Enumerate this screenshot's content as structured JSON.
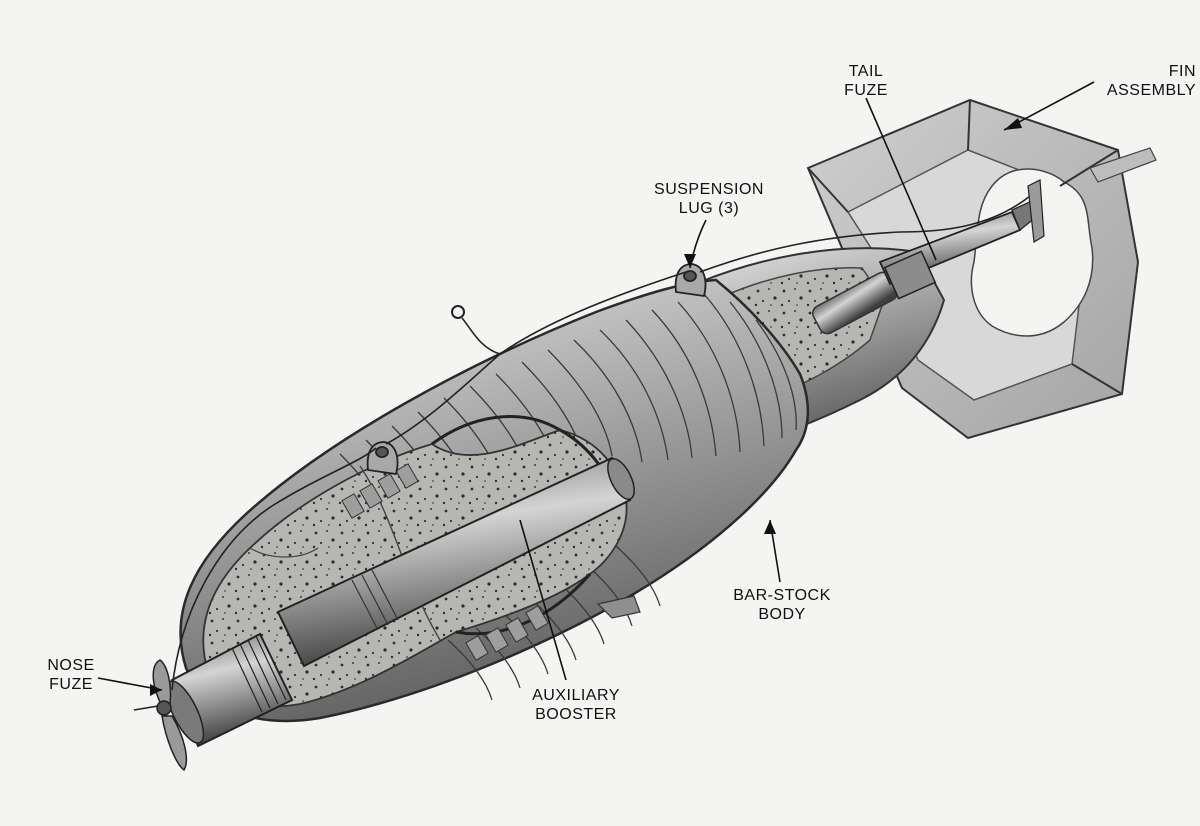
{
  "labels": {
    "tail_fuze": [
      "TAIL",
      "FUZE"
    ],
    "fin_assembly": [
      "FIN",
      "ASSEMBLY"
    ],
    "suspension_lug": [
      "SUSPENSION",
      "LUG (3)"
    ],
    "bar_stock_body": [
      "BAR-STOCK",
      "BODY"
    ],
    "nose_fuze": [
      "NOSE",
      "FUZE"
    ],
    "auxiliary_booster": [
      "AUXILIARY",
      "BOOSTER"
    ]
  },
  "colors": {
    "paper": "#f4f4f2",
    "ink": "#111111",
    "metal_light": "#c9c9c9",
    "metal_mid": "#9a9a9a",
    "metal_dark": "#555555",
    "explosive_fill": "#b3b3b0"
  }
}
